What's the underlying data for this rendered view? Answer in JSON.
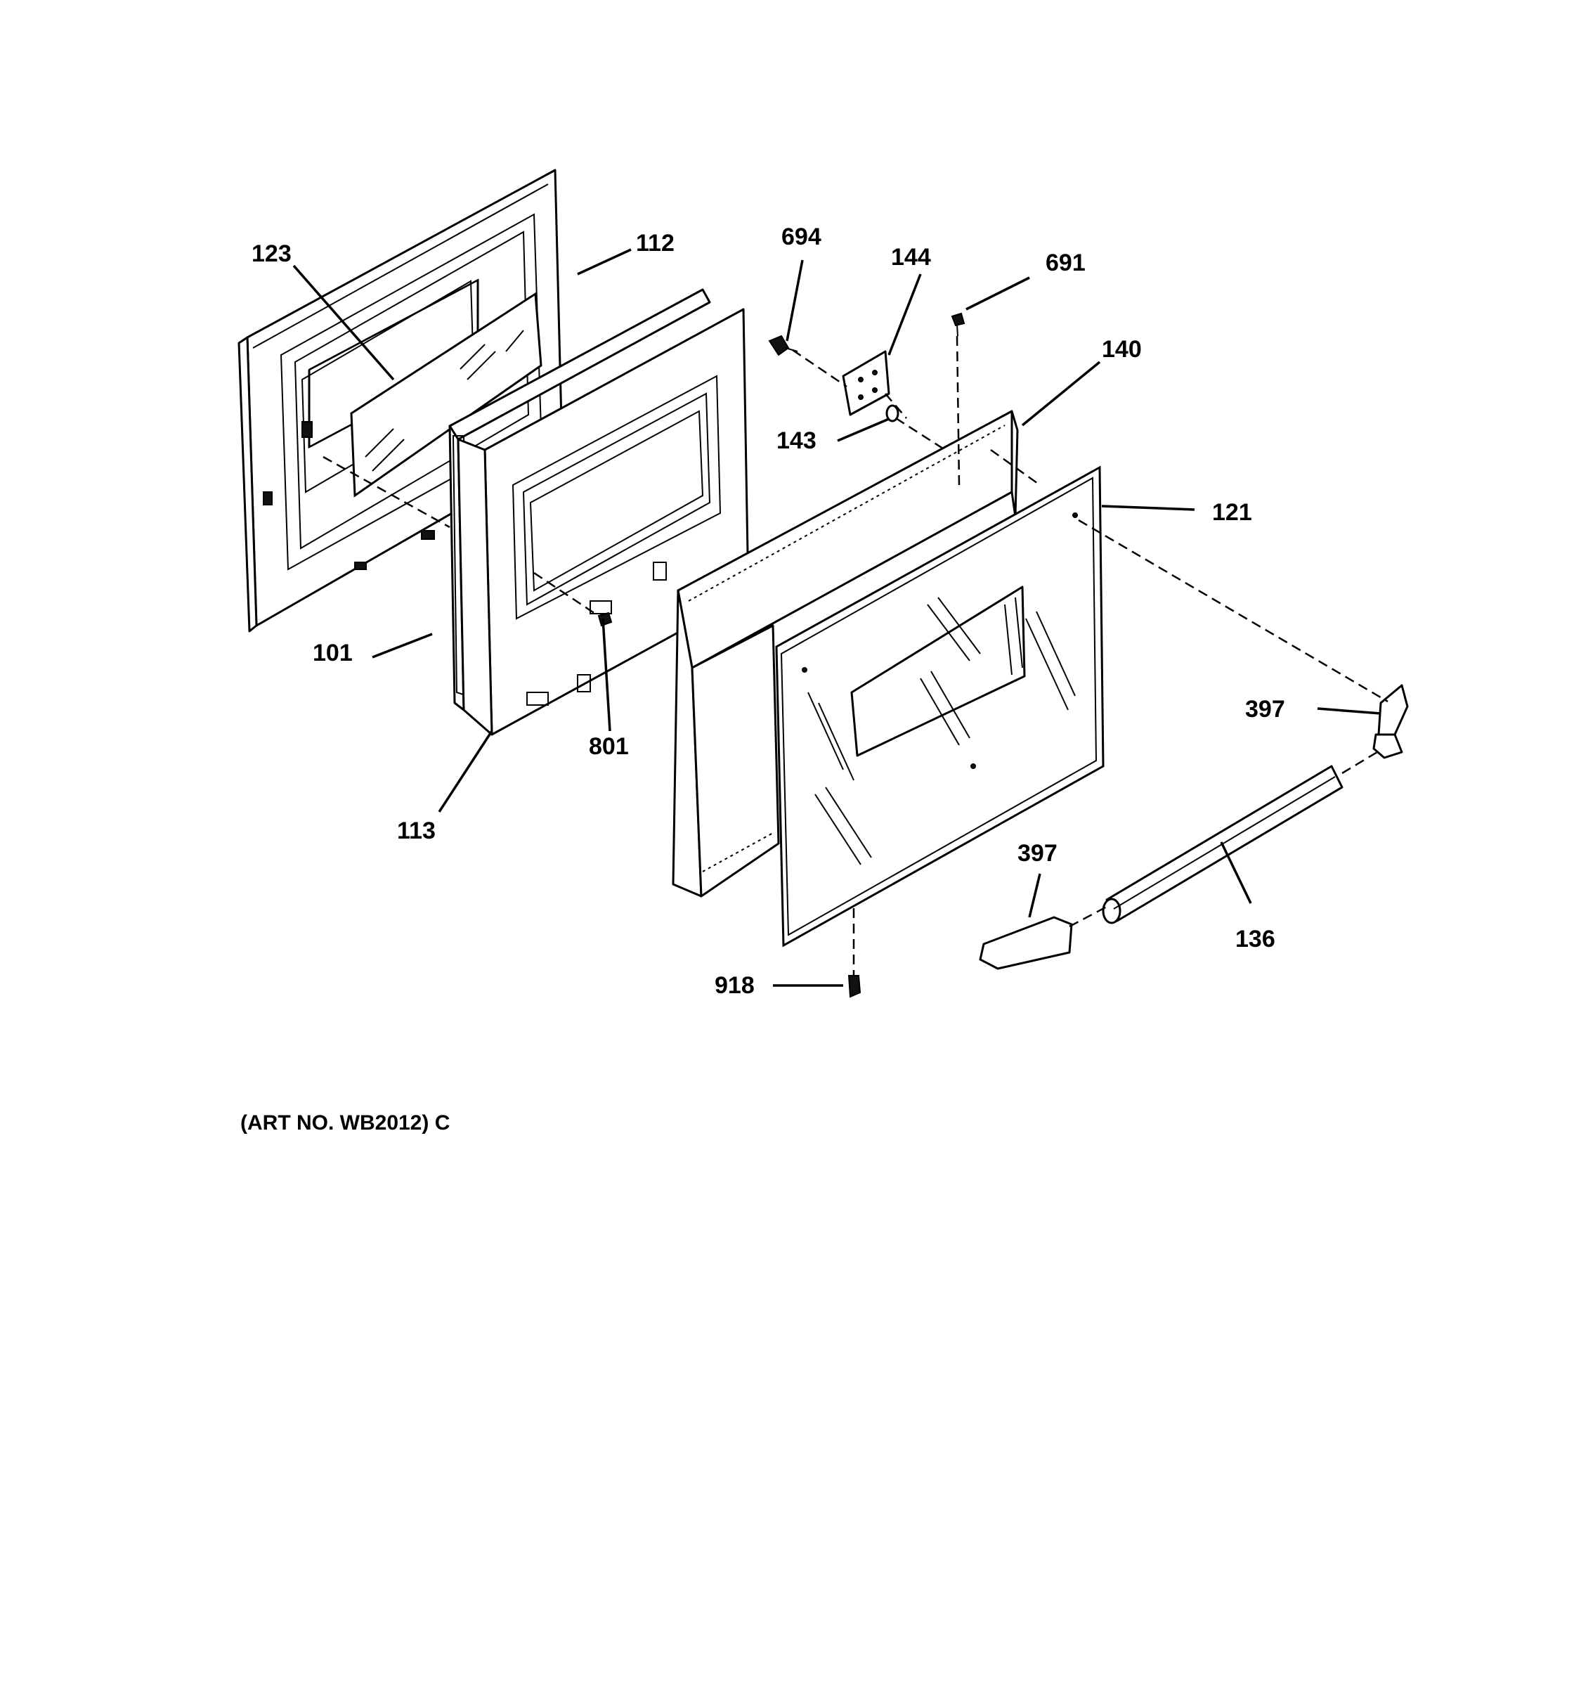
{
  "diagram": {
    "callouts": {
      "c123": "123",
      "c112": "112",
      "c694": "694",
      "c144": "144",
      "c691": "691",
      "c140": "140",
      "c143": "143",
      "c121": "121",
      "c101": "101",
      "c801": "801",
      "c397_right": "397",
      "c113": "113",
      "c397_lower": "397",
      "c136": "136",
      "c918": "918"
    },
    "caption": "(ART NO. WB2012) C"
  }
}
